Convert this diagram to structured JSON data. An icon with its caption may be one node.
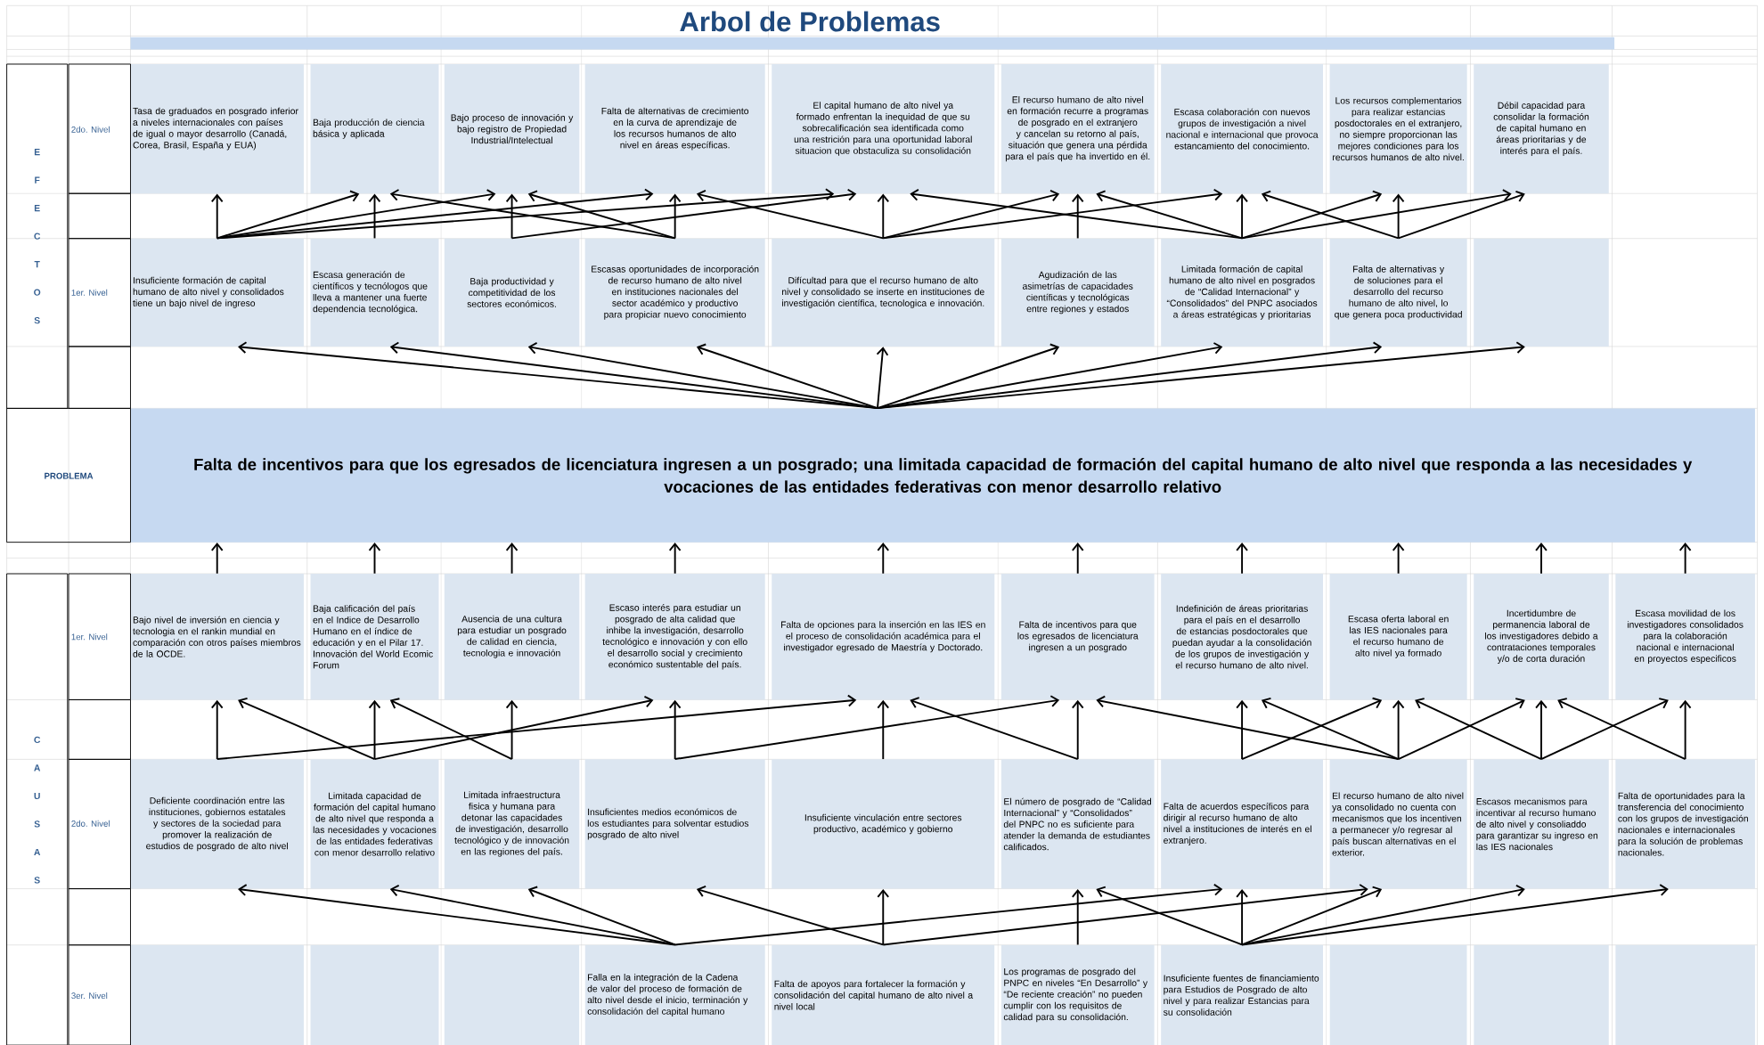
{
  "diagram": {
    "title": "Arbol de Problemas",
    "nodes": [
      {
        "text": [
          "Tasa de graduados en posgrado inferior a niveles internacionales con países de igual o mayor desarrollo (Canadá, Corea, Brasil, España y EUA)"
        ]
      },
      {
        "text": [
          "Baja producción de ciencia básica y aplicada"
        ]
      },
      {
        "text": [
          "Bajo proceso de innovación y bajo registro de Propiedad Industrial/Intelectual"
        ]
      },
      {
        "text": [
          "Falta de alternativas de crecimiento en la curva de aprendizaje de los recursos humanos de alto nivel en áreas específicas."
        ]
      },
      {
        "text": [
          "El capital humano de alto nivel ya formado enfrentan la inequidad de que su sobrecalificación sea identificada como una restrición para una oportunidad laboral situacion que obstaculiza su consolidación"
        ]
      },
      {
        "text": [
          "El recurso humano de alto nivel en formación recurre a programas de posgrado en el extranjero y cancelan su retorno al país, situación que genera una pérdida para el país que ha invertido en él."
        ]
      },
      {
        "text": [
          "Escasa colaboración con nuevos grupos de investigación a nivel nacional e internacional que provoca estancamiento del conocimiento."
        ]
      },
      {
        "text": [
          "Los recursos complementarios para realizar estancias posdoctorales en el extranjero, no siempre proporcionan las mejores condiciones para los recursos humanos de alto nivel."
        ]
      },
      {
        "text": [
          "Débil capacidad para consolidar la formación de capital humano en áreas prioritarias y de interés para el país."
        ]
      },
      {
        "text": [
          "Insuficiente formación de capital humano de alto nivel y consolidados tiene un bajo nivel de ingreso"
        ]
      },
      {
        "text": [
          "Escasa generación de científicos y tecnólogos que lleva a mantener una fuerte dependencia tecnológica."
        ]
      },
      {
        "text": [
          "Baja productividad y competitividad de los sectores económicos."
        ]
      },
      {
        "text": [
          "Escasas oportunidades de incorporación de recurso humano de alto nivel en instituciones nacionales del sector académico y productivo para propiciar nuevo conocimiento"
        ]
      },
      {
        "text": [
          "Difícultad para que el recurso humano de alto nivel y consolidado se inserte en instituciones de investigación científica, tecnologica e innovación."
        ]
      },
      {
        "text": [
          "Agudización de las asimetrías de capacidades científicas y tecnológicas entre regiones y estados"
        ]
      },
      {
        "text": [
          "Limitada formación de capital humano de alto nivel en posgrados de “Calidad Internacional” y “Consolidados” del PNPC asociados a áreas estratégicas y prioritarias"
        ]
      },
      {
        "text": [
          "Falta de alternativas y de soluciones para el desarrollo del recurso humano de alto nivel, lo que genera poca productividad"
        ]
      },
      {
        "text": [],
        "shape": "box"
      },
      {
        "text": [
          "Falta de incentivos para que los egresados de licenciatura ingresen a un posgrado; una limitada capacidad de formación del capital humano de alto nivel que responda a las necesidades y vocaciones de las entidades federativas con menor desarrollo relativo"
        ]
      },
      {
        "text": [
          "Bajo nivel de inversión en ciencia y tecnologia en el rankin mundial en comparación con otros países miembros de la OCDE."
        ]
      },
      {
        "text": [
          "Baja calificación del país en el Indice de Desarrollo Humano en el índice de educación y en el Pilar 17. Innovación del World Ecomic Forum"
        ]
      },
      {
        "text": [
          "Ausencia de una cultura para estudiar un posgrado de calidad en ciencia, tecnologia e innovación"
        ]
      },
      {
        "text": [
          "Escaso interés para estudiar un posgrado de alta calidad que inhibe la investigación, desarrollo tecnológico e innovación y con ello el desarrollo social y crecimiento económico sustentable del país."
        ]
      },
      {
        "text": [
          "Falta de opciones para la inserción en las IES en el proceso de consolidación académica para el investigador egresado de Maestría y Doctorado."
        ]
      },
      {
        "text": [
          "Falta de incentivos para que los egresados de licenciatura ingresen a un posgrado"
        ]
      },
      {
        "text": [
          "Indefinición de áreas prioritarias para el país en el desarrollo de estancias posdoctorales que puedan ayudar a la consolidación de los grupos de investigación y el recurso humano de alto nivel."
        ]
      },
      {
        "text": [
          "Escasa oferta laboral en las IES nacionales para el recurso humano de alto nivel ya formado"
        ]
      },
      {
        "text": [
          "Incertidumbre de permanencia laboral de los investigadores debido a contrataciones temporales y/o de corta duración"
        ]
      },
      {
        "text": [
          "Escasa movilidad de los investigadores consolidados para la colaboración nacional e internacional en proyectos especificos"
        ]
      },
      {
        "text": [
          "Deficiente coordinación entre las instituciones, gobiernos estatales y sectores de la sociedad para promover la realización de estudios de posgrado de alto nivel"
        ]
      },
      {
        "text": [
          "Limitada capacidad de formación del capital humano de alto nivel que responda a las necesidades y vocaciones de las entidades federativas con menor desarrollo relativo"
        ]
      },
      {
        "text": [
          "Limitada infraestructura fisica y humana para detonar las capacidades de investigación, desarrollo tecnológico y de innovación en las regiones del país."
        ]
      },
      {
        "text": [
          "Insuficientes medios económicos de los estudiantes para solventar estudios posgrado de alto nivel"
        ]
      },
      {
        "text": [
          "Insuficiente vinculación entre sectores productivo, académico y gobierno"
        ]
      },
      {
        "text": [
          "El número de posgrado de “Calidad Internacional” y “Consolidados” del PNPC no es suficiente para atender la demanda de estudiantes calificados."
        ]
      },
      {
        "text": [
          "Falta de acuerdos específicos para dirigir al recurso humano de alto nivel a instituciones de interés en el extranjero."
        ]
      },
      {
        "text": [
          "El recurso humano de alto nivel ya consolidado no cuenta con mecanismos que los incentiven a permanecer y/o regresar al país buscan alternativas en el exterior."
        ]
      },
      {
        "text": [
          "Escasos mecanismos para incentivar al recurso humano de alto nivel y consoliaddo para garantizar su ingreso en las IES nacionales"
        ]
      },
      {
        "text": [
          "Falta de oportunidades para la transferencia del conocimiento con los grupos de investigación nacionales e internacionales para la solución de problemas nacionales."
        ]
      },
      {
        "text": [],
        "shape": "box"
      },
      {
        "text": [],
        "shape": "box"
      },
      {
        "text": [],
        "shape": "box"
      },
      {
        "text": [
          "Falla en la integración de la Cadena de valor del proceso de formación de alto nivel desde el inicio, terminación y consolidación del capital humano"
        ]
      },
      {
        "text": [
          "Falta de apoyos para fortalecer la formación y consolidación del capital humano de alto nivel a nivel local"
        ]
      },
      {
        "text": [
          "Los programas de posgrado del PNPC en niveles “En Desarrollo” y “De reciente creación” no pueden cumplir con los requisitos de calidad para su consolidación."
        ]
      },
      {
        "text": [
          "Insuficiente fuentes de financiamiento para Estudios de Posgrado de alto nivel y para realizar Estancias para su consolidación"
        ]
      },
      {
        "text": [],
        "shape": "box"
      },
      {
        "text": [],
        "shape": "box"
      },
      {
        "text": [],
        "shape": "box"
      }
    ],
    "edges": [
      {
        "from": 18,
        "to": 9,
        "arrow": "to"
      },
      {
        "from": 18,
        "to": 10,
        "arrow": "to"
      },
      {
        "from": 18,
        "to": 11,
        "arrow": "to"
      },
      {
        "from": 18,
        "to": 12,
        "arrow": "to"
      },
      {
        "from": 18,
        "to": 13,
        "arrow": "to"
      },
      {
        "from": 18,
        "to": 14,
        "arrow": "to"
      },
      {
        "from": 18,
        "to": 15,
        "arrow": "to"
      },
      {
        "from": 18,
        "to": 16,
        "arrow": "to"
      },
      {
        "from": 18,
        "to": 17,
        "arrow": "to"
      },
      {
        "from": 9,
        "to": 0,
        "arrow": "to"
      },
      {
        "from": 9,
        "to": 1,
        "arrow": "to"
      },
      {
        "from": 9,
        "to": 2,
        "arrow": "to"
      },
      {
        "from": 9,
        "to": 3,
        "arrow": "to"
      },
      {
        "from": 9,
        "to": 4,
        "arrow": "to"
      },
      {
        "from": 10,
        "to": 1,
        "arrow": "to"
      },
      {
        "from": 11,
        "to": 2,
        "arrow": "to"
      },
      {
        "from": 11,
        "to": 4,
        "arrow": "to"
      },
      {
        "from": 12,
        "to": 3,
        "arrow": "to"
      },
      {
        "from": 12,
        "to": 1,
        "arrow": "to"
      },
      {
        "from": 12,
        "to": 2,
        "arrow": "to"
      },
      {
        "from": 13,
        "to": 4,
        "arrow": "to"
      },
      {
        "from": 13,
        "to": 3,
        "arrow": "to"
      },
      {
        "from": 13,
        "to": 5,
        "arrow": "to"
      },
      {
        "from": 13,
        "to": 6,
        "arrow": "to"
      },
      {
        "from": 14,
        "to": 5,
        "arrow": "to"
      },
      {
        "from": 15,
        "to": 6,
        "arrow": "to"
      },
      {
        "from": 15,
        "to": 5,
        "arrow": "to"
      },
      {
        "from": 15,
        "to": 4,
        "arrow": "to"
      },
      {
        "from": 15,
        "to": 7,
        "arrow": "to"
      },
      {
        "from": 15,
        "to": 8,
        "arrow": "to"
      },
      {
        "from": 16,
        "to": 7,
        "arrow": "to"
      },
      {
        "from": 16,
        "to": 6,
        "arrow": "to"
      },
      {
        "from": 16,
        "to": 8,
        "arrow": "to"
      },
      {
        "from": 19,
        "to": 18,
        "arrow": "to"
      },
      {
        "from": 20,
        "to": 18,
        "arrow": "to"
      },
      {
        "from": 21,
        "to": 18,
        "arrow": "to"
      },
      {
        "from": 22,
        "to": 18,
        "arrow": "to"
      },
      {
        "from": 23,
        "to": 18,
        "arrow": "to"
      },
      {
        "from": 24,
        "to": 18,
        "arrow": "to"
      },
      {
        "from": 25,
        "to": 18,
        "arrow": "to"
      },
      {
        "from": 26,
        "to": 18,
        "arrow": "to"
      },
      {
        "from": 27,
        "to": 18,
        "arrow": "to"
      },
      {
        "from": 28,
        "to": 18,
        "arrow": "to"
      },
      {
        "from": 29,
        "to": 19,
        "arrow": "to"
      },
      {
        "from": 29,
        "to": 23,
        "arrow": "to"
      },
      {
        "from": 30,
        "to": 20,
        "arrow": "to"
      },
      {
        "from": 30,
        "to": 19,
        "arrow": "to"
      },
      {
        "from": 30,
        "to": 22,
        "arrow": "to"
      },
      {
        "from": 31,
        "to": 21,
        "arrow": "to"
      },
      {
        "from": 31,
        "to": 20,
        "arrow": "to"
      },
      {
        "from": 32,
        "to": 22,
        "arrow": "to"
      },
      {
        "from": 32,
        "to": 24,
        "arrow": "to"
      },
      {
        "from": 33,
        "to": 23,
        "arrow": "to"
      },
      {
        "from": 34,
        "to": 24,
        "arrow": "to"
      },
      {
        "from": 34,
        "to": 23,
        "arrow": "to"
      },
      {
        "from": 35,
        "to": 25,
        "arrow": "to"
      },
      {
        "from": 35,
        "to": 26,
        "arrow": "to"
      },
      {
        "from": 36,
        "to": 26,
        "arrow": "to"
      },
      {
        "from": 36,
        "to": 25,
        "arrow": "to"
      },
      {
        "from": 36,
        "to": 24,
        "arrow": "to"
      },
      {
        "from": 36,
        "to": 27,
        "arrow": "to"
      },
      {
        "from": 37,
        "to": 27,
        "arrow": "to"
      },
      {
        "from": 37,
        "to": 26,
        "arrow": "to"
      },
      {
        "from": 37,
        "to": 28,
        "arrow": "to"
      },
      {
        "from": 38,
        "to": 28,
        "arrow": "to"
      },
      {
        "from": 38,
        "to": 27,
        "arrow": "to"
      },
      {
        "from": 42,
        "to": 29,
        "arrow": "to"
      },
      {
        "from": 42,
        "to": 30,
        "arrow": "to"
      },
      {
        "from": 42,
        "to": 31,
        "arrow": "to"
      },
      {
        "from": 42,
        "to": 35,
        "arrow": "to"
      },
      {
        "from": 43,
        "to": 33,
        "arrow": "to"
      },
      {
        "from": 43,
        "to": 32,
        "arrow": "to"
      },
      {
        "from": 43,
        "to": 36,
        "arrow": "to"
      },
      {
        "from": 44,
        "to": 34,
        "arrow": "to"
      },
      {
        "from": 45,
        "to": 35,
        "arrow": "to"
      },
      {
        "from": 45,
        "to": 34,
        "arrow": "to"
      },
      {
        "from": 45,
        "to": 36,
        "arrow": "to"
      },
      {
        "from": 45,
        "to": 37,
        "arrow": "to"
      },
      {
        "from": 45,
        "to": 38,
        "arrow": "to"
      }
    ],
    "labels": [
      "E F E C T O S",
      "2do. Nivel",
      "1er. Nivel",
      "PROBLEMA",
      "C A U S A S",
      "1er. Nivel",
      "2do. Nivel",
      "3er. Nivel"
    ]
  }
}
